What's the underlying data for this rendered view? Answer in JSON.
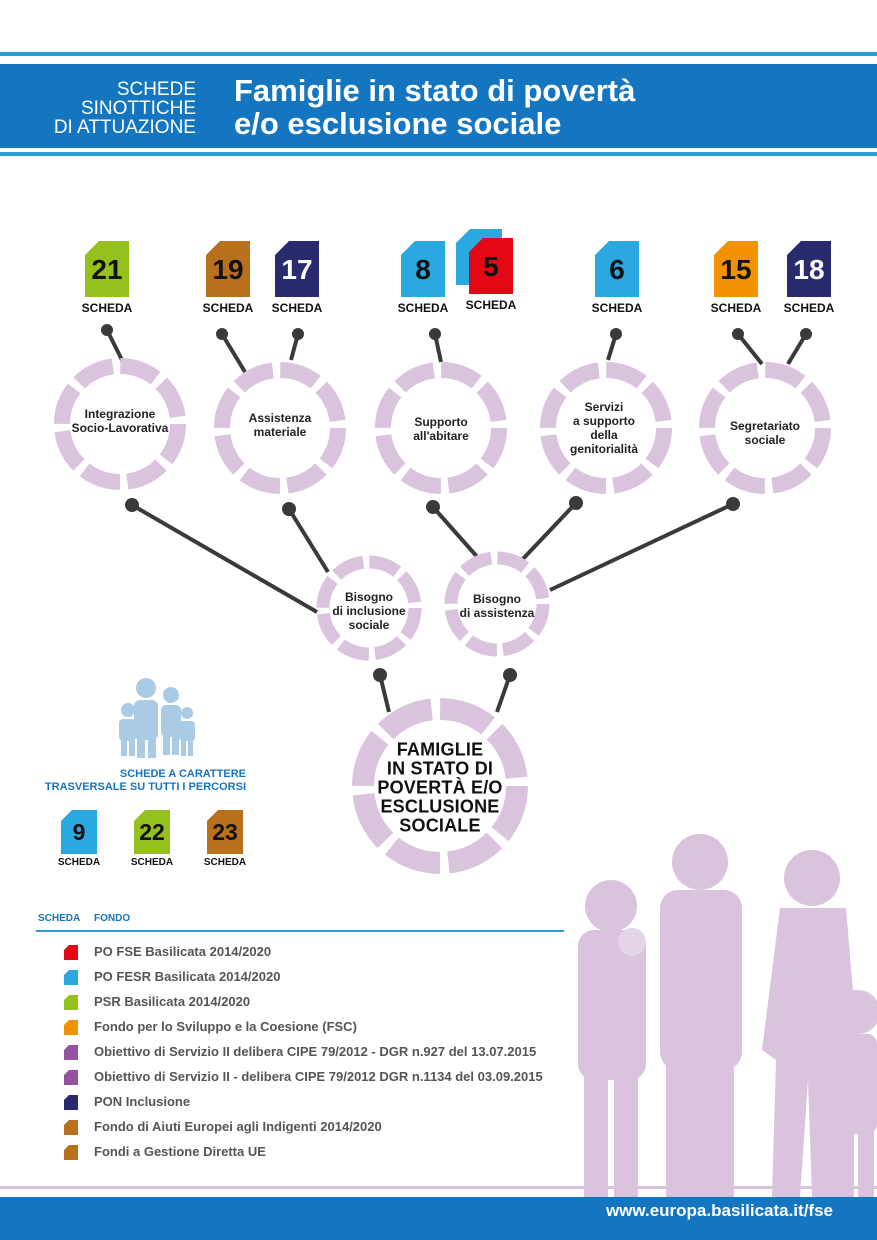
{
  "header": {
    "subtitle_lines": [
      "SCHEDE",
      "SINOTTICHE",
      "DI ATTUAZIONE"
    ],
    "title_lines": [
      "Famiglie in stato di povertà",
      "e/o esclusione sociale"
    ]
  },
  "colors": {
    "header_blue": "#1476c0",
    "light_blue": "#2b9bd6",
    "ring_lilac": "#d9c3dd",
    "connector": "#3a3a3a",
    "red": "#e30613",
    "cyan": "#2aa8e0",
    "green": "#95c11f",
    "orange": "#f39200",
    "purple": "#94519f",
    "navy": "#2a2a6e",
    "brown": "#b8701c"
  },
  "badge_label": "SCHEDA",
  "badges": {
    "b21": {
      "number": "21",
      "color": "#95c11f",
      "text_color": "#111111"
    },
    "b19": {
      "number": "19",
      "color": "#b8701c",
      "text_color": "#111111"
    },
    "b17": {
      "number": "17",
      "color": "#2a2a6e",
      "text_color": "#ffffff"
    },
    "b8": {
      "number": "8",
      "color": "#2aa8e0",
      "text_color": "#111111"
    },
    "b5": {
      "number": "5",
      "color": "#e30613",
      "text_color": "#111111"
    },
    "b6": {
      "number": "6",
      "color": "#2aa8e0",
      "text_color": "#111111"
    },
    "b15": {
      "number": "15",
      "color": "#f39200",
      "text_color": "#111111"
    },
    "b18": {
      "number": "18",
      "color": "#2a2a6e",
      "text_color": "#ffffff"
    },
    "t9": {
      "number": "9",
      "color": "#2aa8e0",
      "text_color": "#111111"
    },
    "t22": {
      "number": "22",
      "color": "#95c11f",
      "text_color": "#111111"
    },
    "t23": {
      "number": "23",
      "color": "#b8701c",
      "text_color": "#111111"
    }
  },
  "nodes": {
    "integrazione": [
      "Integrazione",
      "Socio-Lavorativa"
    ],
    "assistenza_materiale": [
      "Assistenza",
      "materiale"
    ],
    "supporto_abitare": [
      "Supporto",
      "all'abitare"
    ],
    "servizi_genitorialita": [
      "Servizi",
      "a supporto",
      "della",
      "genitorialità"
    ],
    "segretariato": [
      "Segretariato",
      "sociale"
    ],
    "bisogno_inclusione": [
      "Bisogno",
      "di inclusione",
      "sociale"
    ],
    "bisogno_assistenza": [
      "Bisogno",
      "di assistenza"
    ],
    "center": [
      "FAMIGLIE",
      "IN STATO DI",
      "POVERTÀ E/O",
      "ESCLUSIONE",
      "SOCIALE"
    ]
  },
  "transversal": {
    "title_lines": [
      "SCHEDE A CARATTERE",
      "TRASVERSALE SU TUTTI I PERCORSI"
    ]
  },
  "legend": {
    "col_scheda": "SCHEDA",
    "col_fondo": "FONDO",
    "items": [
      {
        "label": "PO FSE Basilicata 2014/2020",
        "color": "#e30613"
      },
      {
        "label": "PO FESR Basilicata 2014/2020",
        "color": "#2aa8e0"
      },
      {
        "label": "PSR Basilicata 2014/2020",
        "color": "#95c11f"
      },
      {
        "label": "Fondo per lo Sviluppo e la Coesione (FSC)",
        "color": "#f39200"
      },
      {
        "label": "Obiettivo di Servizio II delibera CIPE 79/2012 - DGR n.927 del 13.07.2015",
        "color": "#94519f"
      },
      {
        "label": "Obiettivo di Servizio II - delibera CIPE 79/2012 DGR n.1134 del 03.09.2015",
        "color": "#94519f"
      },
      {
        "label": "PON Inclusione",
        "color": "#2a2a6e"
      },
      {
        "label": "Fondo di Aiuti Europei agli Indigenti 2014/2020",
        "color": "#b8701c"
      },
      {
        "label": "Fondi a Gestione Diretta UE",
        "color": "#b8701c"
      }
    ]
  },
  "footer": {
    "url": "www.europa.basilicata.it/fse"
  }
}
